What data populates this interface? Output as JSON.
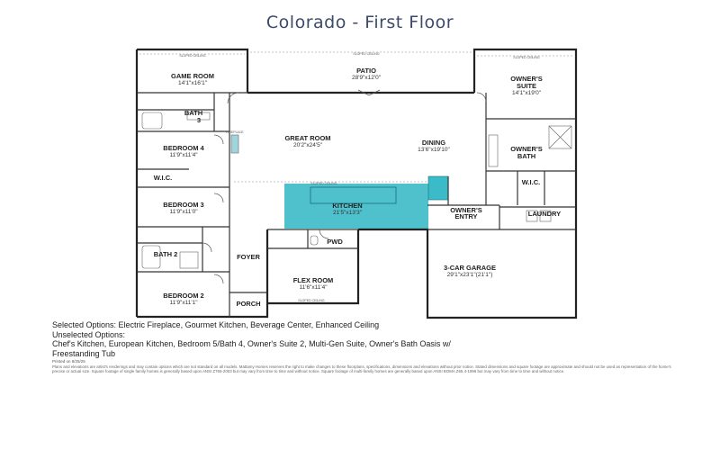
{
  "title": "Colorado - First Floor",
  "rooms": {
    "game_room": {
      "name": "GAME ROOM",
      "dim": "14'1\"x16'1\""
    },
    "patio": {
      "name": "PATIO",
      "dim": "28'9\"x12'0\""
    },
    "owners_suite": {
      "name": "OWNER'S\nSUITE",
      "dim": "14'1\"x19'0\""
    },
    "bath3": {
      "name": "BATH\n3"
    },
    "bedroom4": {
      "name": "BEDROOM 4",
      "dim": "11'9\"x11'4\""
    },
    "wic1": {
      "name": "W.I.C."
    },
    "great_room": {
      "name": "GREAT ROOM",
      "dim": "20'2\"x24'5\""
    },
    "dining": {
      "name": "DINING",
      "dim": "13'6\"x19'10\""
    },
    "owners_bath": {
      "name": "OWNER'S\nBATH"
    },
    "wic2": {
      "name": "W.I.C."
    },
    "bedroom3": {
      "name": "BEDROOM 3",
      "dim": "11'9\"x11'0\""
    },
    "kitchen": {
      "name": "KITCHEN",
      "dim": "21'5\"x13'3\""
    },
    "owners_entry": {
      "name": "OWNER'S\nENTRY"
    },
    "laundry": {
      "name": "LAUNDRY"
    },
    "bath2": {
      "name": "BATH 2"
    },
    "pwd": {
      "name": "PWD"
    },
    "foyer": {
      "name": "FOYER"
    },
    "garage": {
      "name": "3-CAR GARAGE",
      "dim": "29'1\"x23'1\"(21'1\")"
    },
    "flex_room": {
      "name": "FLEX ROOM",
      "dim": "11'6\"x11'4\""
    },
    "bedroom2": {
      "name": "BEDROOM 2",
      "dim": "11'9\"x11'1\""
    },
    "porch": {
      "name": "PORCH"
    }
  },
  "annotations": {
    "sloped_ceiling": "SLOPED CEILING",
    "fireplace": "FIREPLACE"
  },
  "highlight_color": "#3bbac8",
  "notes": {
    "selected": "Selected Options: Electric Fireplace, Gourmet Kitchen, Beverage Center, Enhanced Ceiling",
    "unselected_heading": "Unselected Options:",
    "unselected_line1": "Chef's Kitchen, European Kitchen, Bedroom 5/Bath 4, Owner's Suite 2, Multi-Gen Suite, Owner's Bath Oasis w/",
    "unselected_line2": "Freestanding Tub",
    "printed": "Printed on 8/25/25"
  },
  "disclaimer": "Plans and elevations are artist's renderings and may contain options which are not standard on all models. Mattamy Homes reserves the right to make changes to these floorplans, specifications, dimensions and elevations without prior notice. Stated dimensions and square footage are approximate and should not be used as representation of the home's precise or actual size. Square footage of single family homes is generally based upon ANSI Z765-2003 but may vary from time to time and without notice. Square footage of multi-family homes are generally based upon ANSI BOMA Z65.4-1996 but may vary from time to time and without notice."
}
